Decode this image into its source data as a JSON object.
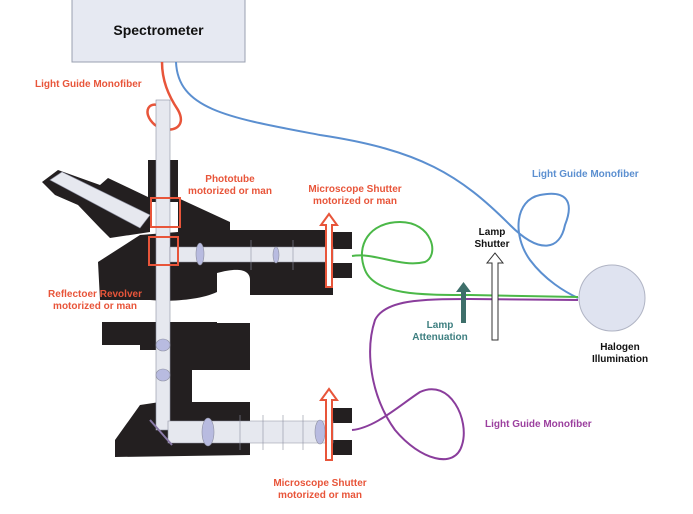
{
  "spectrometer": {
    "label": "Spectrometer"
  },
  "labels": {
    "fiber_spectrometer": "Light Guide Monofiber",
    "phototube": [
      "Phototube",
      "motorized or man"
    ],
    "shutter_upper": [
      "Microscope Shutter",
      "motorized or man"
    ],
    "reflector": [
      "Reflectoer Revolver",
      "motorized or man"
    ],
    "fiber_blue": "Light Guide Monofiber",
    "lamp_shutter": [
      "Lamp",
      "Shutter"
    ],
    "lamp_attenuation": [
      "Lamp",
      "Attenuation"
    ],
    "halogen": [
      "Halogen",
      "Illumination"
    ],
    "fiber_purple": "Light Guide Monofiber",
    "shutter_lower": [
      "Microscope Shutter",
      "motorized or man"
    ]
  },
  "colors": {
    "fiber_orange": "#e8553a",
    "fiber_blue": "#5b8fd0",
    "fiber_green": "#4bb848",
    "fiber_purple": "#8a3d9c",
    "microscope_body": "#231f20",
    "spectrometer_fill": "#e6e9f2",
    "halogen_fill": "#dfe3f0",
    "attenuation_arrow": "#3e6f6a"
  }
}
